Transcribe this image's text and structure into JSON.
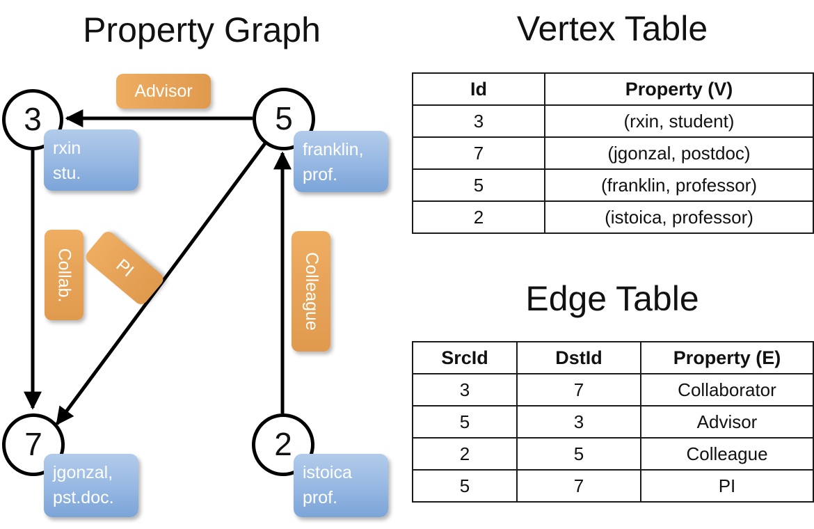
{
  "titles": {
    "property_graph": "Property Graph",
    "vertex_table": "Vertex Table",
    "edge_table": "Edge Table"
  },
  "colors": {
    "vertex_property_fill": "#c9d8ee",
    "edge_property_fill": "#f4dcc4",
    "node_box_blue": "#9bbbe4",
    "edge_label_orange": "#e8a55a",
    "stroke": "#000000"
  },
  "graph": {
    "nodes": [
      {
        "id": "3",
        "prop_line1": "rxin",
        "prop_line2": "stu."
      },
      {
        "id": "5",
        "prop_line1": "franklin,",
        "prop_line2": "prof."
      },
      {
        "id": "7",
        "prop_line1": "jgonzal,",
        "prop_line2": "pst.doc."
      },
      {
        "id": "2",
        "prop_line1": "istoica",
        "prop_line2": "prof."
      }
    ],
    "edge_labels": [
      {
        "name": "advisor",
        "text": "Advisor"
      },
      {
        "name": "collab",
        "text": "Collab."
      },
      {
        "name": "pi",
        "text": "PI"
      },
      {
        "name": "colleague",
        "text": "Colleague"
      }
    ]
  },
  "vertex_table": {
    "headers": [
      "Id",
      "Property (V)"
    ],
    "rows": [
      {
        "id": "3",
        "property": "(rxin, student)"
      },
      {
        "id": "7",
        "property": "(jgonzal, postdoc)"
      },
      {
        "id": "5",
        "property": "(franklin, professor)"
      },
      {
        "id": "2",
        "property": "(istoica, professor)"
      }
    ]
  },
  "edge_table": {
    "headers": [
      "SrcId",
      "DstId",
      "Property (E)"
    ],
    "rows": [
      {
        "src": "3",
        "dst": "7",
        "property": "Collaborator"
      },
      {
        "src": "5",
        "dst": "3",
        "property": "Advisor"
      },
      {
        "src": "2",
        "dst": "5",
        "property": "Colleague"
      },
      {
        "src": "5",
        "dst": "7",
        "property": "PI"
      }
    ]
  },
  "chart_data": {
    "type": "diagram",
    "title": "Property Graph",
    "vertices": [
      {
        "id": 3,
        "name": "rxin",
        "role": "student"
      },
      {
        "id": 7,
        "name": "jgonzal",
        "role": "postdoc"
      },
      {
        "id": 5,
        "name": "franklin",
        "role": "professor"
      },
      {
        "id": 2,
        "name": "istoica",
        "role": "professor"
      }
    ],
    "edges": [
      {
        "src": 3,
        "dst": 7,
        "label": "Collaborator"
      },
      {
        "src": 5,
        "dst": 3,
        "label": "Advisor"
      },
      {
        "src": 2,
        "dst": 5,
        "label": "Colleague"
      },
      {
        "src": 5,
        "dst": 7,
        "label": "PI"
      }
    ]
  }
}
